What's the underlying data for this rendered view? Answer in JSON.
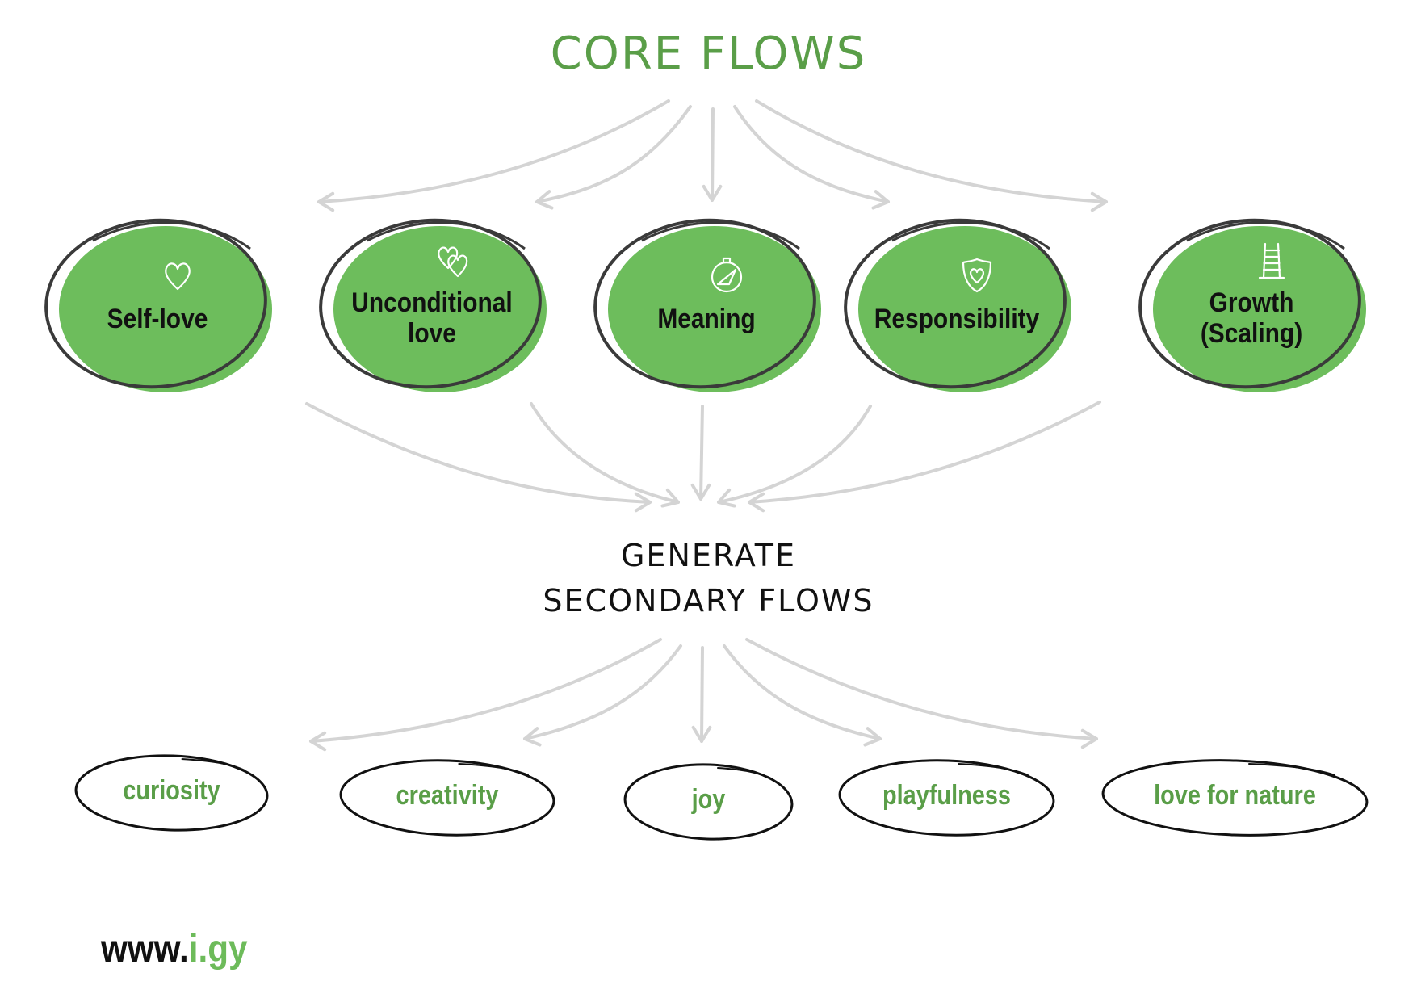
{
  "title": "CORE FLOWS",
  "core_flows": [
    {
      "label_lines": [
        "Self-love"
      ],
      "icon": "heart-icon"
    },
    {
      "label_lines": [
        "Unconditional",
        "love"
      ],
      "icon": "two-hearts-icon"
    },
    {
      "label_lines": [
        "Meaning"
      ],
      "icon": "compass-icon"
    },
    {
      "label_lines": [
        "Responsibility"
      ],
      "icon": "shield-heart-icon"
    },
    {
      "label_lines": [
        "Growth",
        "(Scaling)"
      ],
      "icon": "ladder-icon"
    }
  ],
  "middle_title": {
    "line1": "GENERATE",
    "line2": "SECONDARY FLOWS"
  },
  "secondary_flows": [
    "curiosity",
    "creativity",
    "joy",
    "playfulness",
    "love for nature"
  ],
  "footer": {
    "prefix": "www.",
    "suffix": "i.gy"
  },
  "colors": {
    "green_fill": "#6dbd5c",
    "green_text": "#5a9e48",
    "outline": "#3a3a3a",
    "arrow": "#d4d4d4"
  }
}
